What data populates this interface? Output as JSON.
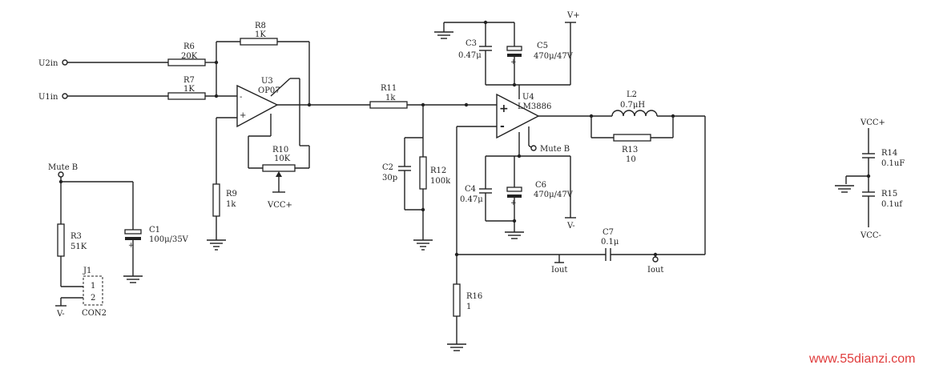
{
  "inputs": {
    "u2in": "U2in",
    "u1in": "U1in"
  },
  "resistors": {
    "r6": {
      "name": "R6",
      "value": "20K"
    },
    "r7": {
      "name": "R7",
      "value": "1K"
    },
    "r8": {
      "name": "R8",
      "value": "1K"
    },
    "r9": {
      "name": "R9",
      "value": "1k"
    },
    "r10": {
      "name": "R10",
      "value": "10K"
    },
    "r11": {
      "name": "R11",
      "value": "1k"
    },
    "r12": {
      "name": "R12",
      "value": "100k"
    },
    "r13": {
      "name": "R13",
      "value": "10"
    },
    "r14": {
      "name": "R14",
      "value": "0.1uF"
    },
    "r15": {
      "name": "R15",
      "value": "0.1uf"
    },
    "r16": {
      "name": "R16",
      "value": "1"
    },
    "r3": {
      "name": "R3",
      "value": "51K"
    }
  },
  "capacitors": {
    "c1": {
      "name": "C1",
      "value": "100μ/35V"
    },
    "c2": {
      "name": "C2",
      "value": "30p"
    },
    "c3": {
      "name": "C3",
      "value": "0.47μ"
    },
    "c4": {
      "name": "C4",
      "value": "0.47μ"
    },
    "c5": {
      "name": "C5",
      "value": "470μ/47V"
    },
    "c6": {
      "name": "C6",
      "value": "470μ/47V"
    },
    "c7": {
      "name": "C7",
      "value": "0.1μ"
    }
  },
  "inductor": {
    "name": "L2",
    "value": "0.7μH"
  },
  "opamps": {
    "u3": {
      "name": "U3",
      "part": "OP07",
      "plus": "+",
      "minus": "-"
    },
    "u4": {
      "name": "U4",
      "part": "LM3886",
      "plus": "+",
      "minus": "-"
    }
  },
  "connector": {
    "name": "J1",
    "part": "CON2",
    "pin1": "1",
    "pin2": "2"
  },
  "nets": {
    "vplus": "V+",
    "vminus_top": "V-",
    "vminus_j1": "V-",
    "vcc_plus_pot": "VCC+",
    "vcc_plus_right": "VCC+",
    "vcc_minus_right": "VCC-",
    "mute_left": "Mute B",
    "mute_u4": "Mute B",
    "iout_left": "Iout",
    "iout_right": "Iout"
  },
  "watermark": {
    "text": "www.55dianzi.com",
    "color": "#e03c3c"
  }
}
